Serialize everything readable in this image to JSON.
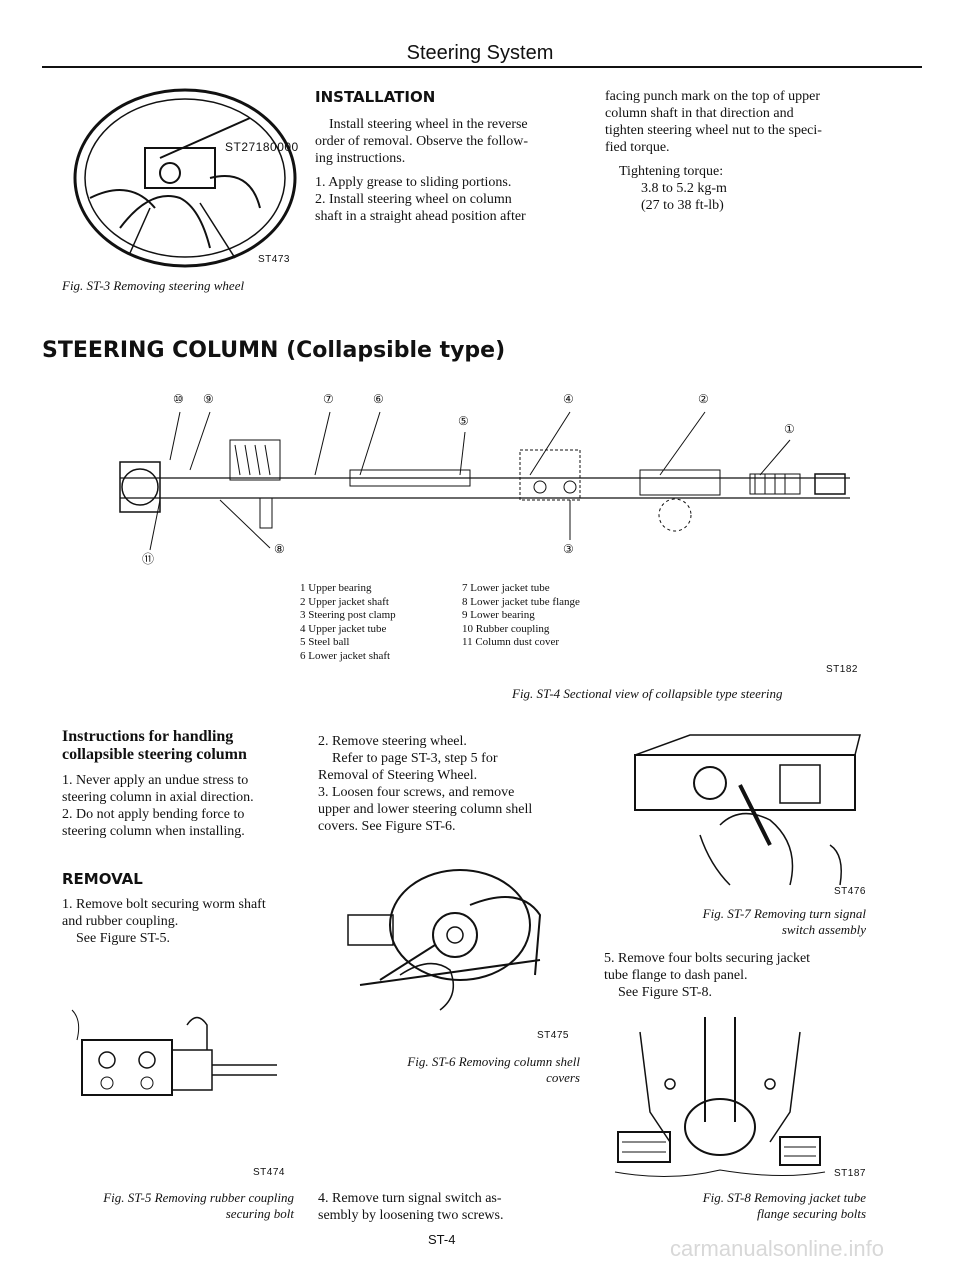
{
  "header": {
    "title": "Steering System"
  },
  "fig_st3": {
    "part_label": "ST27180000",
    "code": "ST473",
    "caption": "Fig. ST-3 Removing steering wheel"
  },
  "installation": {
    "heading": "INSTALLATION",
    "intro": [
      "Install steering wheel in the reverse",
      "order of removal. Observe the follow-",
      "ing instructions."
    ],
    "step1": "1. Apply grease to sliding portions.",
    "step2": [
      "2. Install steering wheel on column",
      "shaft in a straight ahead position after"
    ],
    "continued": [
      "facing punch mark on the top of upper",
      "column shaft in that direction and",
      "tighten steering wheel nut to the speci-",
      "fied torque."
    ],
    "torque_label": "Tightening torque:",
    "torque_value1": "3.8 to 5.2 kg-m",
    "torque_value2": "(27 to 38 ft-lb)"
  },
  "section_title": "STEERING COLUMN (Collapsible type)",
  "fig_st4": {
    "callouts": [
      "⑩",
      "⑨",
      "⑦",
      "⑥",
      "⑤",
      "④",
      "②",
      "①",
      "⑪",
      "⑧",
      "③"
    ],
    "legend_left": [
      "1 Upper bearing",
      "2 Upper jacket shaft",
      "3 Steering post clamp",
      "4 Upper jacket tube",
      "5 Steel ball",
      "6 Lower jacket shaft"
    ],
    "legend_right": [
      "7 Lower jacket tube",
      "8 Lower jacket tube flange",
      "9 Lower bearing",
      "10 Rubber coupling",
      "11 Column dust cover"
    ],
    "code": "ST182",
    "caption": "Fig. ST-4 Sectional view of collapsible type steering"
  },
  "handling": {
    "heading": [
      "Instructions for handling",
      "collapsible steering column"
    ],
    "item1": [
      "1. Never apply an undue stress to",
      "steering column in axial direction."
    ],
    "item2": [
      "2. Do not apply bending force to",
      "steering column when installing."
    ]
  },
  "removal": {
    "heading": "REMOVAL",
    "step1": [
      "1. Remove bolt securing worm shaft",
      "and rubber coupling."
    ],
    "step1_ref": "See Figure ST-5.",
    "step2": "2. Remove steering wheel.",
    "step2_ref": [
      "Refer to page ST-3, step 5 for",
      "Removal of Steering Wheel."
    ],
    "step3": [
      "3. Loosen four screws, and remove",
      "upper and lower steering column shell",
      "covers. See Figure ST-6."
    ],
    "step4": [
      "4. Remove turn signal switch as-",
      "sembly by loosening two screws."
    ],
    "step5": [
      "5. Remove four bolts securing jacket",
      "tube flange to dash panel."
    ],
    "step5_ref": "See Figure ST-8."
  },
  "fig_st5": {
    "code": "ST474",
    "caption": [
      "Fig. ST-5 Removing rubber coupling",
      "securing bolt"
    ]
  },
  "fig_st6": {
    "code": "ST475",
    "caption": [
      "Fig. ST-6 Removing column shell",
      "covers"
    ]
  },
  "fig_st7": {
    "code": "ST476",
    "caption": [
      "Fig. ST-7 Removing turn signal",
      "switch assembly"
    ]
  },
  "fig_st8": {
    "code": "ST187",
    "caption": [
      "Fig. ST-8 Removing jacket tube",
      "flange securing bolts"
    ]
  },
  "footer": {
    "page": "ST-4",
    "watermark": "carmanualsonline.info"
  }
}
